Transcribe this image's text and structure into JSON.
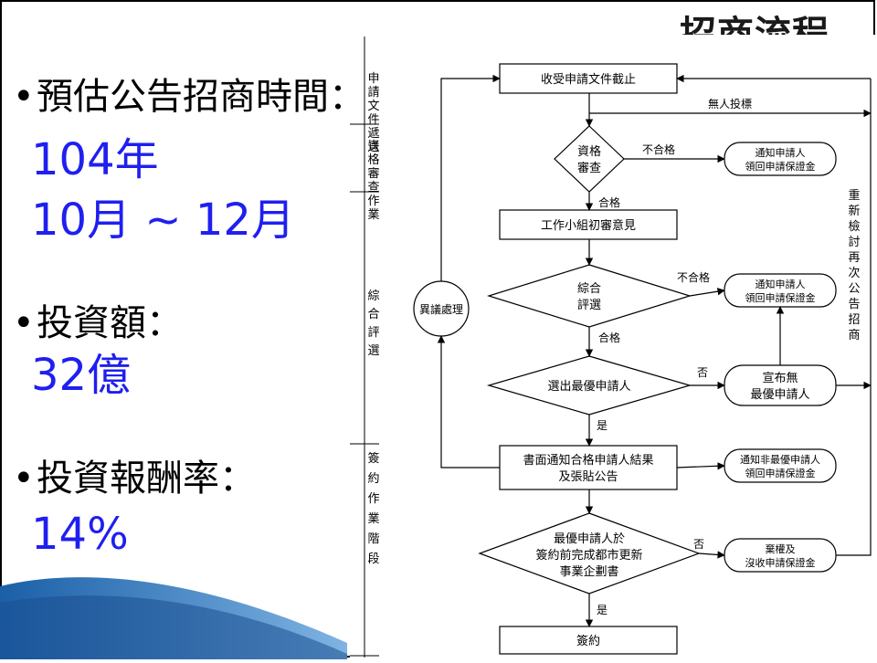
{
  "title": "招商流程",
  "left_panel": {
    "bullets": [
      {
        "label": "預估公告招商時間：",
        "values": [
          "104年",
          "10月 ~ 12月"
        ]
      },
      {
        "label": "投資額：",
        "values": [
          "32億"
        ]
      },
      {
        "label": "投資報酬率：",
        "values": [
          "14%"
        ]
      }
    ]
  },
  "flowchart": {
    "stages": [
      "申請文件遞送",
      "資格審查作業",
      "綜合評選",
      "簽約作業階段"
    ],
    "nodes": {
      "receive": "收受申請文件截止",
      "qual_a": "資格",
      "qual_b": "審查",
      "prelim": "工作小組初審意見",
      "eval_a": "綜合",
      "eval_b": "評選",
      "select": "選出最優申請人",
      "notify_a": "書面通知合格申請人結果",
      "notify_b": "及張貼公告",
      "sign_a": "最優申請人於",
      "sign_b": "簽約前完成都市更新",
      "sign_c": "事業企劃書",
      "contract": "簽約",
      "appeal": "異議處理",
      "refund1_a": "通知申請人",
      "refund1_b": "領回申請保證金",
      "refund2_a": "通知申請人",
      "refund2_b": "領回申請保證金",
      "nowin_a": "宣布無",
      "nowin_b": "最優申請人",
      "refund3_a": "通知非最優申請人",
      "refund3_b": "領回申請保證金",
      "forfeit_a": "棄權及",
      "forfeit_b": "沒收申請保證金"
    },
    "labels": {
      "no_bid": "無人投標",
      "fail1": "不合格",
      "pass1": "合格",
      "fail2": "不合格",
      "pass2": "合格",
      "no1": "否",
      "yes1": "是",
      "no2": "否",
      "yes2": "是",
      "reconsider": "重新檢討再次公告招商"
    }
  }
}
